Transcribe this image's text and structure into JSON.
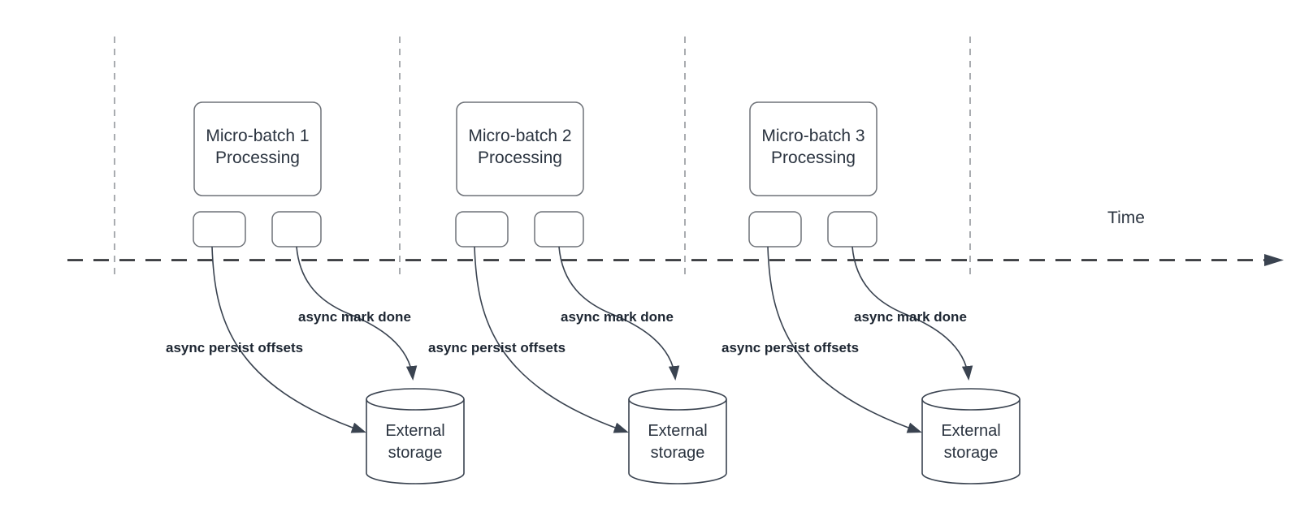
{
  "diagram": {
    "time_axis_label": "Time",
    "groups": [
      {
        "title_line1": "Micro-batch 1",
        "title_line2": "Processing",
        "persist_arrow_label": "async persist offsets",
        "done_arrow_label": "async mark done",
        "storage_line1": "External",
        "storage_line2": "storage"
      },
      {
        "title_line1": "Micro-batch 2",
        "title_line2": "Processing",
        "persist_arrow_label": "async persist offsets",
        "done_arrow_label": "async mark done",
        "storage_line1": "External",
        "storage_line2": "storage"
      },
      {
        "title_line1": "Micro-batch 3",
        "title_line2": "Processing",
        "persist_arrow_label": "async persist offsets",
        "done_arrow_label": "async mark done",
        "storage_line1": "External",
        "storage_line2": "storage"
      }
    ],
    "colors": {
      "background": "#ffffff",
      "ink": "#3a4350",
      "box_border": "#6e7278",
      "divider": "#a9acb0",
      "timeline": "#24262a",
      "box_text": "#2b3440",
      "label_text": "#1d2632"
    }
  }
}
